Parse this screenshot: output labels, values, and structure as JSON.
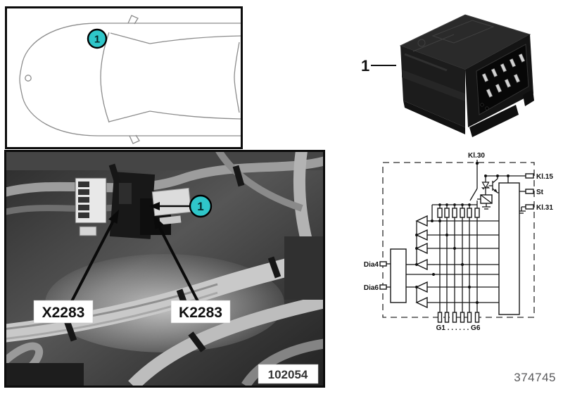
{
  "colors": {
    "callout_fill": "#2FC6C9"
  },
  "doc_number": "374745",
  "car_panel": {
    "callout_label": "1"
  },
  "relay_panel": {
    "item_label": "1"
  },
  "photo_panel": {
    "callout_label": "1",
    "labels": {
      "connector": "X2283",
      "relay": "K2283",
      "photo_id": "102054"
    }
  },
  "schematic": {
    "terminals": {
      "kl30": "Kl.30",
      "kl15": "Kl.15",
      "st": "St",
      "kl31": "Kl.31",
      "dia4": "Dia4",
      "dia6": "Dia6",
      "gates": "G1 . . . . . . G6"
    }
  }
}
